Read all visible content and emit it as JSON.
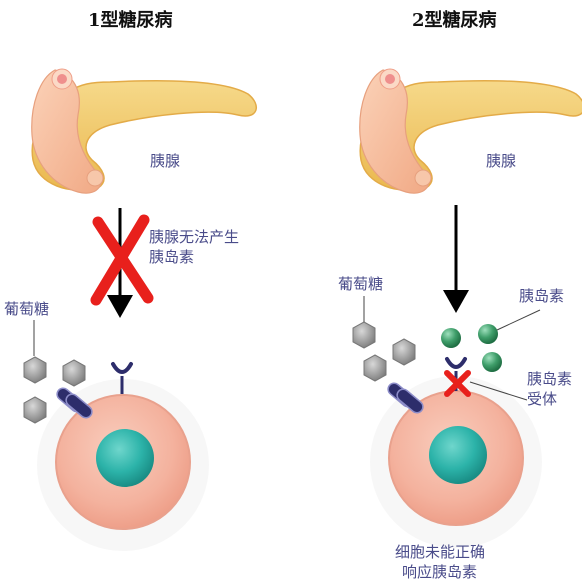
{
  "panels": {
    "left": {
      "title": "1型糖尿病",
      "pancreas_label": "胰腺",
      "blocked_label_line1": "胰腺无法产生",
      "blocked_label_line2": "胰岛素",
      "glucose_label": "葡萄糖"
    },
    "right": {
      "title": "2型糖尿病",
      "pancreas_label": "胰腺",
      "glucose_label": "葡萄糖",
      "insulin_label": "胰岛素",
      "receptor_label_line1": "胰岛素",
      "receptor_label_line2": "受体",
      "cell_label_line1": "细胞未能正确",
      "cell_label_line2": "响应胰岛素"
    }
  },
  "colors": {
    "label_text": "#4a4c8a",
    "title_text": "#111111",
    "pancreas_head": "#f6bfa0",
    "pancreas_body": "#f2c96a",
    "cell_body": "#f4b29e",
    "nucleus": "#2cb3a9",
    "glucose": "#8f8f8f",
    "insulin": "#2f8f5b",
    "receptor": "#2d2d6b",
    "cross": "#e8201c",
    "arrow": "#000000"
  },
  "icons": {
    "cross": "red-x-cross",
    "arrow": "down-arrow",
    "glucose": "hexagon",
    "insulin": "green-sphere",
    "receptor": "cup-receptor"
  }
}
